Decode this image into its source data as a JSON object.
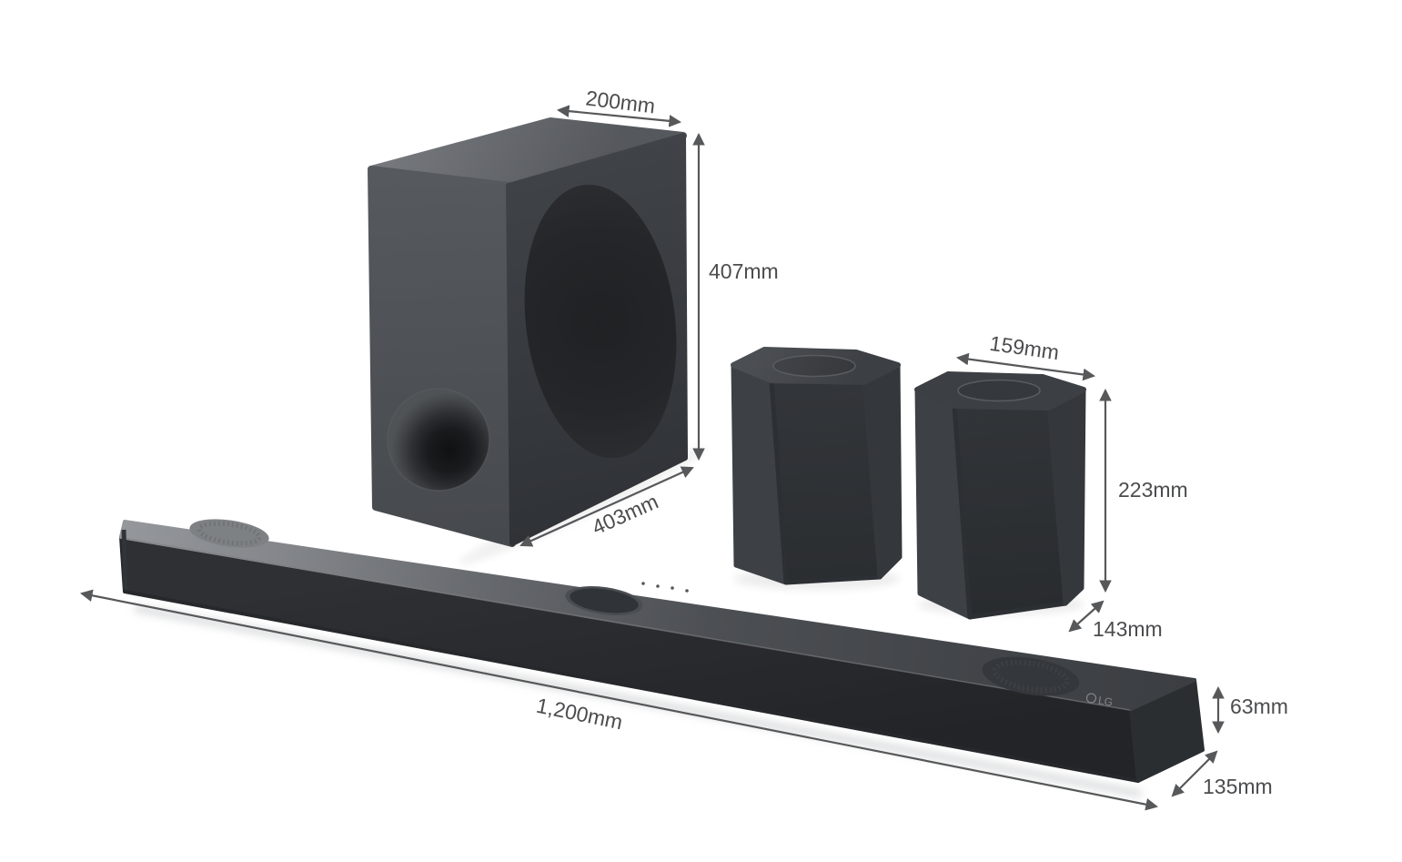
{
  "diagram": {
    "background_color": "#ffffff",
    "dimension_line_color": "#57585a",
    "dimension_text_color": "#4b4c4e",
    "subwoofer": {
      "width": "200mm",
      "height": "407mm",
      "depth": "403mm"
    },
    "rear_speakers": {
      "width": "159mm",
      "height": "223mm",
      "depth": "143mm"
    },
    "soundbar": {
      "length": "1,200mm",
      "height": "63mm",
      "depth": "135mm",
      "logo": "LG"
    }
  }
}
